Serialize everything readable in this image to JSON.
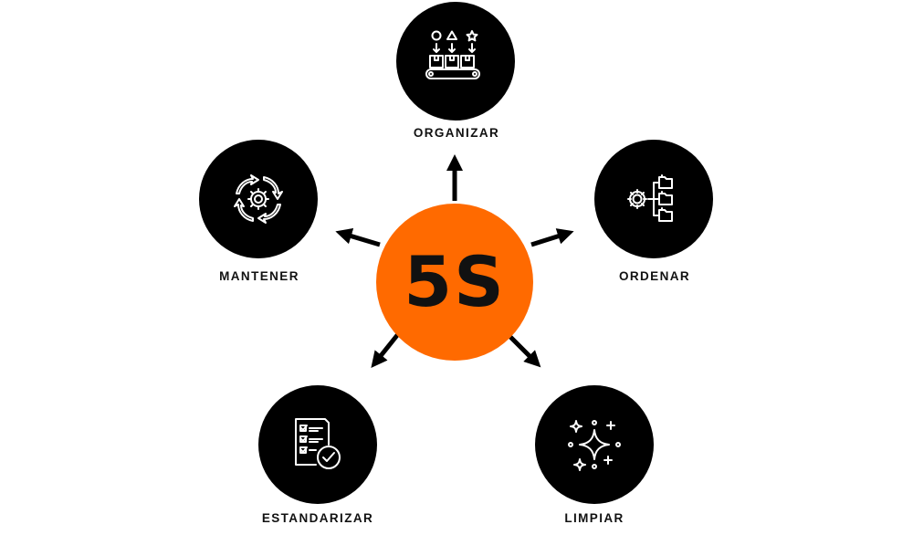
{
  "center": {
    "label": "5S",
    "color": "#ff6a00"
  },
  "steps": [
    {
      "label": "ORGANIZAR",
      "icon": "conveyor-sort-icon"
    },
    {
      "label": "ORDENAR",
      "icon": "gear-folders-icon"
    },
    {
      "label": "LIMPIAR",
      "icon": "sparkle-icon"
    },
    {
      "label": "ESTANDARIZAR",
      "icon": "checklist-icon"
    },
    {
      "label": "MANTENER",
      "icon": "cycle-gear-icon"
    }
  ]
}
